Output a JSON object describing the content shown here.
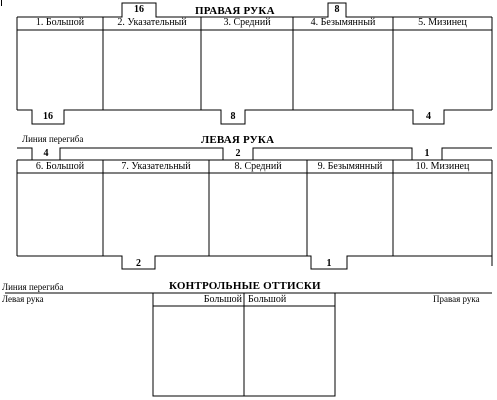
{
  "right_hand": {
    "title": "ПРАВАЯ РУКА",
    "columns": [
      "1. Большой",
      "2. Указательный",
      "3. Средний",
      "4. Безымянный",
      "5. Мизинец"
    ],
    "top_tabs": [
      "16",
      "8"
    ],
    "bottom_tabs": [
      "16",
      "8",
      "4"
    ]
  },
  "left_hand": {
    "title": "ЛЕВАЯ РУКА",
    "fold_label": "Линия перегиба",
    "columns": [
      "6. Большой",
      "7. Указательный",
      "8. Средний",
      "9. Безымянный",
      "10. Мизинец"
    ],
    "top_tabs": [
      "4",
      "2",
      "1"
    ],
    "bottom_tabs": [
      "2",
      "1"
    ]
  },
  "control": {
    "title": "КОНТРОЛЬНЫЕ ОТТИСКИ",
    "fold_label": "Линия перегиба",
    "left_label": "Левая рука",
    "right_label": "Правая рука",
    "columns": [
      "Большой",
      "Большой"
    ]
  }
}
